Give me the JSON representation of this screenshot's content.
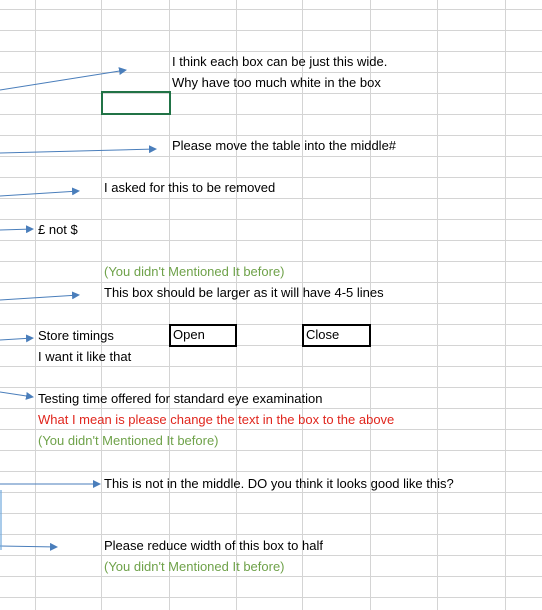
{
  "notes": {
    "n1": "I think each box can be just this wide.",
    "n2": "Why have too much white in the box",
    "n3": "Please move the table into the middle#",
    "n4": "I asked for this to be removed",
    "n5": "£ not $",
    "n6": "(You didn't Mentioned It before)",
    "n7": "This box should be larger as it will have 4-5 lines",
    "n8": "Store timings",
    "n9": "I want it like that",
    "n10": "Testing time offered for standard eye examination",
    "n11": "What I mean is please change the text in the box to the above",
    "n12": "(You didn't Mentioned It before)",
    "n13": "This is not in the middle. DO you think it looks good like this?",
    "n14": "Please reduce width of this box to half",
    "n15": "(You didn't Mentioned It before)"
  },
  "boxes": {
    "open": "Open",
    "close": "Close"
  },
  "colors": {
    "gridline": "#d4d4d4",
    "arrow": "#4a7ebb",
    "selection": "#217346",
    "note_green": "#6fa24a",
    "note_red": "#e0261d"
  }
}
